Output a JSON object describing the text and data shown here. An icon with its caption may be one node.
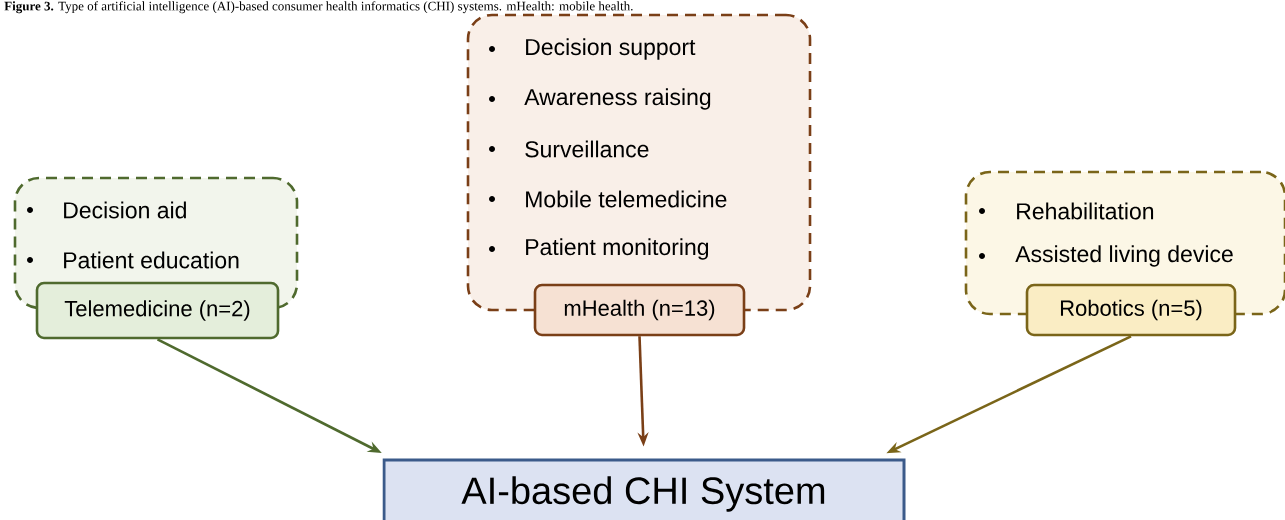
{
  "diagram": {
    "caption": "**Figure 3.** Type of artificial intelligence (AI)-based consumer health informatics (CHI) systems. mHealth: mobile health.",
    "nodes": [
      {
        "text": [
          "Decision aid",
          "Patient education"
        ]
      },
      {
        "text": [
          "Telemedicine (n=2)"
        ]
      },
      {
        "text": [
          "Decision support",
          "Awareness raising",
          "Surveillance",
          "Mobile telemedicine",
          "Patient monitoring"
        ]
      },
      {
        "text": [
          "mHealth (n=13)"
        ]
      },
      {
        "text": [
          "Rehabilitation",
          "Assisted living device"
        ]
      },
      {
        "text": [
          "Robotics (n=5)"
        ]
      },
      {
        "text": [
          "AI-based CHI System"
        ]
      }
    ],
    "edges": [
      {
        "from": 1,
        "to": 6,
        "arrow": "to",
        "color": "#4f6a2e"
      },
      {
        "from": 3,
        "to": 6,
        "arrow": "to",
        "color": "#7a3f17"
      },
      {
        "from": 5,
        "to": 6,
        "arrow": "to",
        "color": "#7a6519"
      }
    ]
  }
}
